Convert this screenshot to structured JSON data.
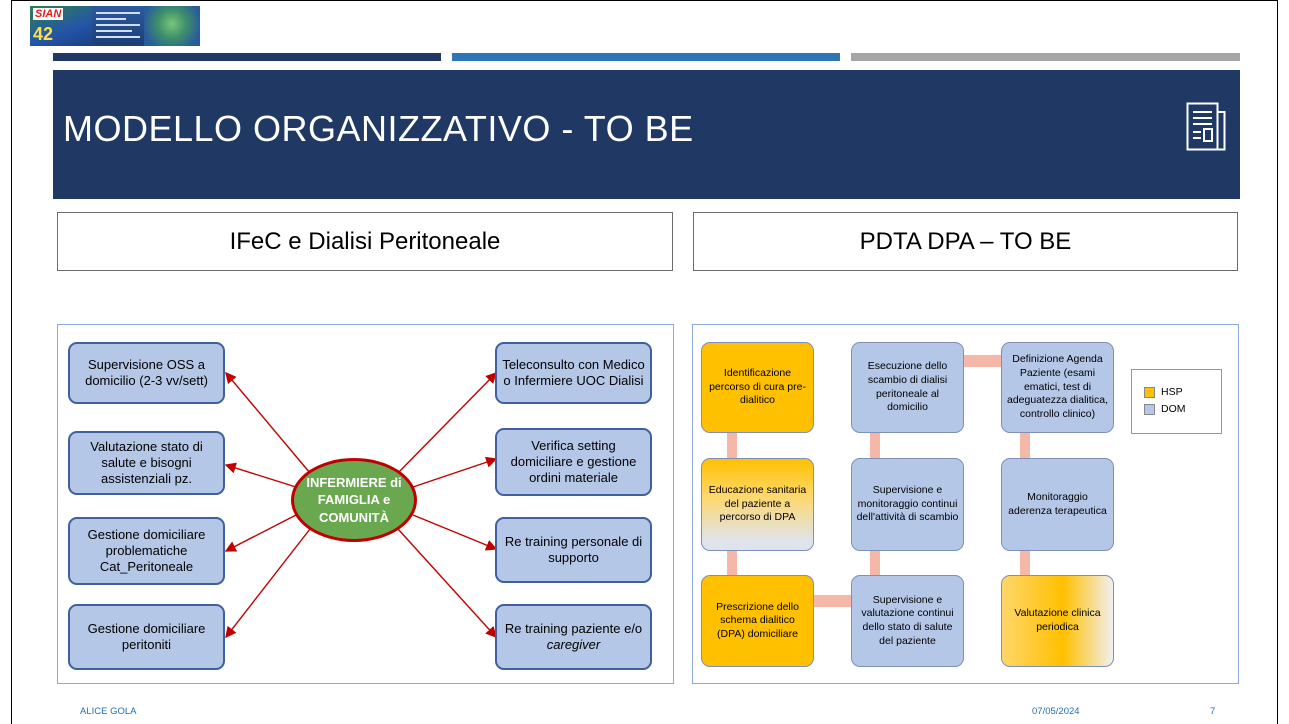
{
  "slide": {
    "title": "MODELLO ORGANIZZATIVO  - TO BE",
    "left_subtitle": "IFeC e Dialisi Peritoneale",
    "right_subtitle": "PDTA DPA – TO BE",
    "colors": {
      "header_band": "#1f3864",
      "stripe_1": "#1f3864",
      "stripe_2": "#2e75b6",
      "stripe_3": "#a5a5a5"
    },
    "logo": {
      "brand": "SIAN",
      "number": "42"
    }
  },
  "mindmap": {
    "center": "INFERMIERE di FAMIGLIA e COMUNITÀ",
    "left_nodes": [
      "Supervisione OSS a domicilio (2-3 vv/sett)",
      "Valutazione stato di salute e bisogni assistenziali pz.",
      "Gestione domiciliare problematiche Cat_Peritoneale",
      "Gestione domiciliare peritoniti"
    ],
    "right_nodes": [
      "Teleconsulto con Medico o Infermiere UOC Dialisi",
      "Verifica setting domiciliare e gestione ordini materiale",
      "Re training personale di supporto",
      "Re training paziente e/o"
    ],
    "right_last_emphasis": "caregiver"
  },
  "pdta": {
    "col1": [
      "Identificazione percorso di cura pre-dialitico",
      "Educazione sanitaria del paziente a percorso di DPA",
      "Prescrizione dello schema dialitico (DPA) domiciliare"
    ],
    "col2": [
      "Esecuzione dello scambio di dialisi peritoneale al domicilio",
      "Supervisione e monitoraggio continui dell'attività di scambio",
      "Supervisione e valutazione continui dello stato di salute del paziente"
    ],
    "col3": [
      "Definizione Agenda Paziente (esami ematici, test di adeguatezza dialitica, controllo clinico)",
      "Monitoraggio aderenza terapeutica",
      "Valutazione clinica periodica"
    ],
    "legend": [
      {
        "label": "HSP",
        "color": "#ffc000"
      },
      {
        "label": "DOM",
        "color": "#b4c7e7"
      }
    ]
  },
  "footer": {
    "author": "ALICE GOLA",
    "date": "07/05/2024",
    "page": "7"
  }
}
